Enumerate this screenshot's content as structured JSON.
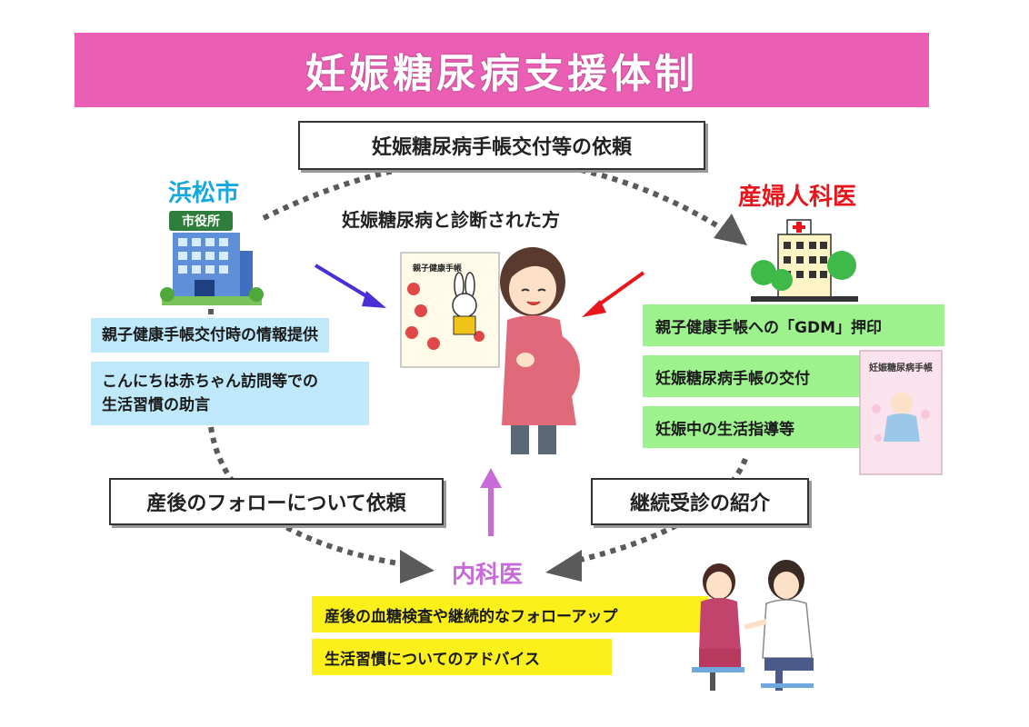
{
  "title": "妊娠糖尿病支援体制",
  "flows": {
    "request_top": "妊娠糖尿病手帳交付等の依頼",
    "request_postpartum": "産後のフォローについて依頼",
    "referral": "継続受診の紹介"
  },
  "center": {
    "patient_label": "妊娠糖尿病と診断された方",
    "booklet_left_title": "親子健康手帳",
    "booklet_right_title": "妊娠糖尿病手帳"
  },
  "city": {
    "name": "浜松市",
    "building_sign": "市役所",
    "items": [
      "親子健康手帳交付時の情報提供",
      "こんにちは赤ちゃん訪問等での\n生活習慣の助言"
    ]
  },
  "obgyn": {
    "name": "産婦人科医",
    "items": [
      "親子健康手帳への「GDM」押印",
      "妊娠糖尿病手帳の交付",
      "妊娠中の生活指導等"
    ]
  },
  "internal": {
    "name": "内科医",
    "items": [
      "産後の血糖検査や継続的なフォローアップ",
      "生活習慣についてのアドバイス"
    ]
  },
  "colors": {
    "banner": "#ea5fb4",
    "city": "#14a8df",
    "obgyn": "#e8161c",
    "internal": "#c86ad8"
  }
}
